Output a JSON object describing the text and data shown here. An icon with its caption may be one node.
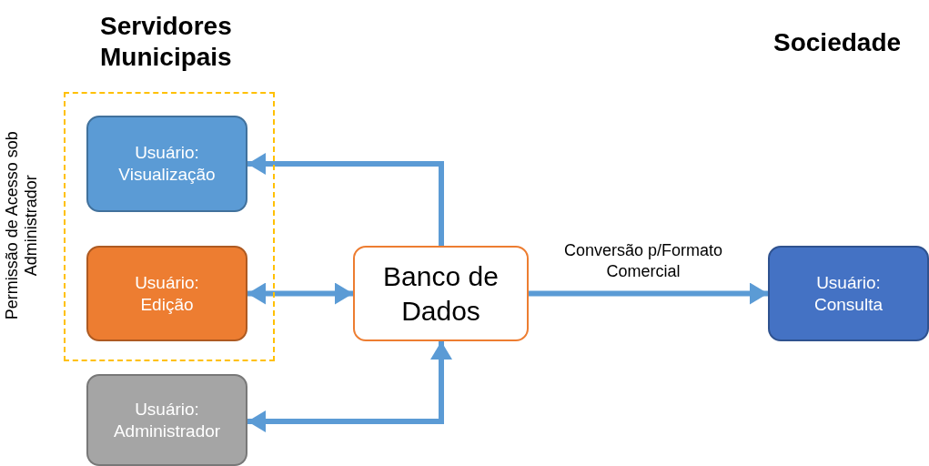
{
  "diagram": {
    "nodes": [
      {
        "text": [
          "Permissão de Acesso sob Administrador"
        ]
      },
      {
        "text": [
          "Usuário: Visualização"
        ],
        "in": 0
      },
      {
        "text": [
          "Usuário: Edição"
        ],
        "in": 0
      },
      {
        "text": [
          "Usuário: Administrador"
        ]
      },
      {
        "text": [
          "Banco de Dados"
        ]
      },
      {
        "text": [
          "Usuário: Consulta"
        ]
      }
    ],
    "edges": [
      {
        "from": 4,
        "to": 1,
        "arrow": "to"
      },
      {
        "from": 2,
        "to": 4,
        "arrow": "both"
      },
      {
        "from": 4,
        "to": 3,
        "arrow": "both"
      },
      {
        "from": 4,
        "to": 5,
        "arrow": "to",
        "label": "Conversão p/Formato Comercial"
      }
    ],
    "labels": [
      "Servidores Municipais",
      "Sociedade"
    ]
  }
}
